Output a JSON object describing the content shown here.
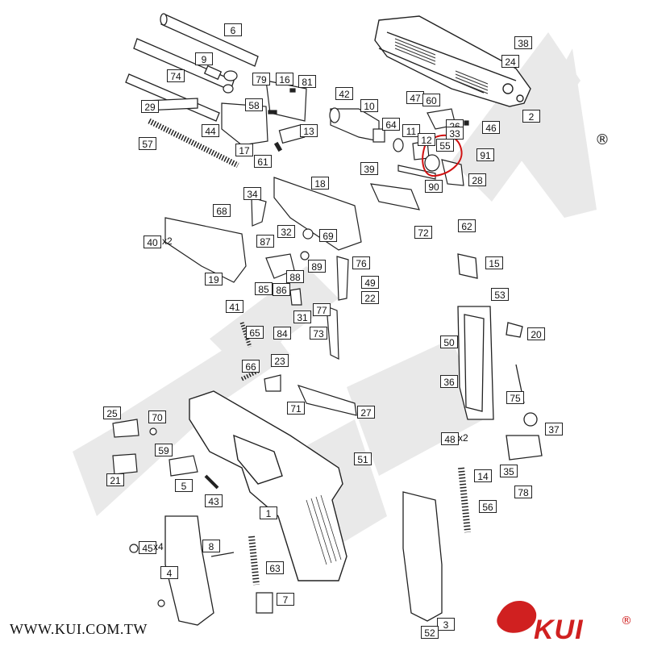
{
  "website": "WWW.KUI.COM.TW",
  "registered_mark": "®",
  "brand": {
    "name": "KUI",
    "mark": "®",
    "color": "#d02020"
  },
  "highlight_color": "#d01010",
  "watermark_color": "#e9e9e9",
  "highlighted_part": "55",
  "parts": [
    "1",
    "2",
    "3",
    "4",
    "5",
    "6",
    "7",
    "8",
    "9",
    "10",
    "11",
    "12",
    "13",
    "14",
    "15",
    "16",
    "17",
    "18",
    "19",
    "20",
    "21",
    "22",
    "23",
    "24",
    "25",
    "26",
    "27",
    "28",
    "29",
    "31",
    "32",
    "33",
    "34",
    "35",
    "36",
    "37",
    "38",
    "39",
    "40",
    "41",
    "42",
    "43",
    "44",
    "45",
    "46",
    "47",
    "48",
    "49",
    "50",
    "51",
    "52",
    "53",
    "55",
    "56",
    "57",
    "58",
    "59",
    "60",
    "61",
    "62",
    "63",
    "64",
    "65",
    "66",
    "68",
    "69",
    "70",
    "71",
    "72",
    "73",
    "74",
    "75",
    "76",
    "77",
    "78",
    "79",
    "81",
    "84",
    "85",
    "86",
    "87",
    "88",
    "89",
    "90",
    "91"
  ],
  "quantities": {
    "40": "x2",
    "45": "x4",
    "48": "x2"
  }
}
